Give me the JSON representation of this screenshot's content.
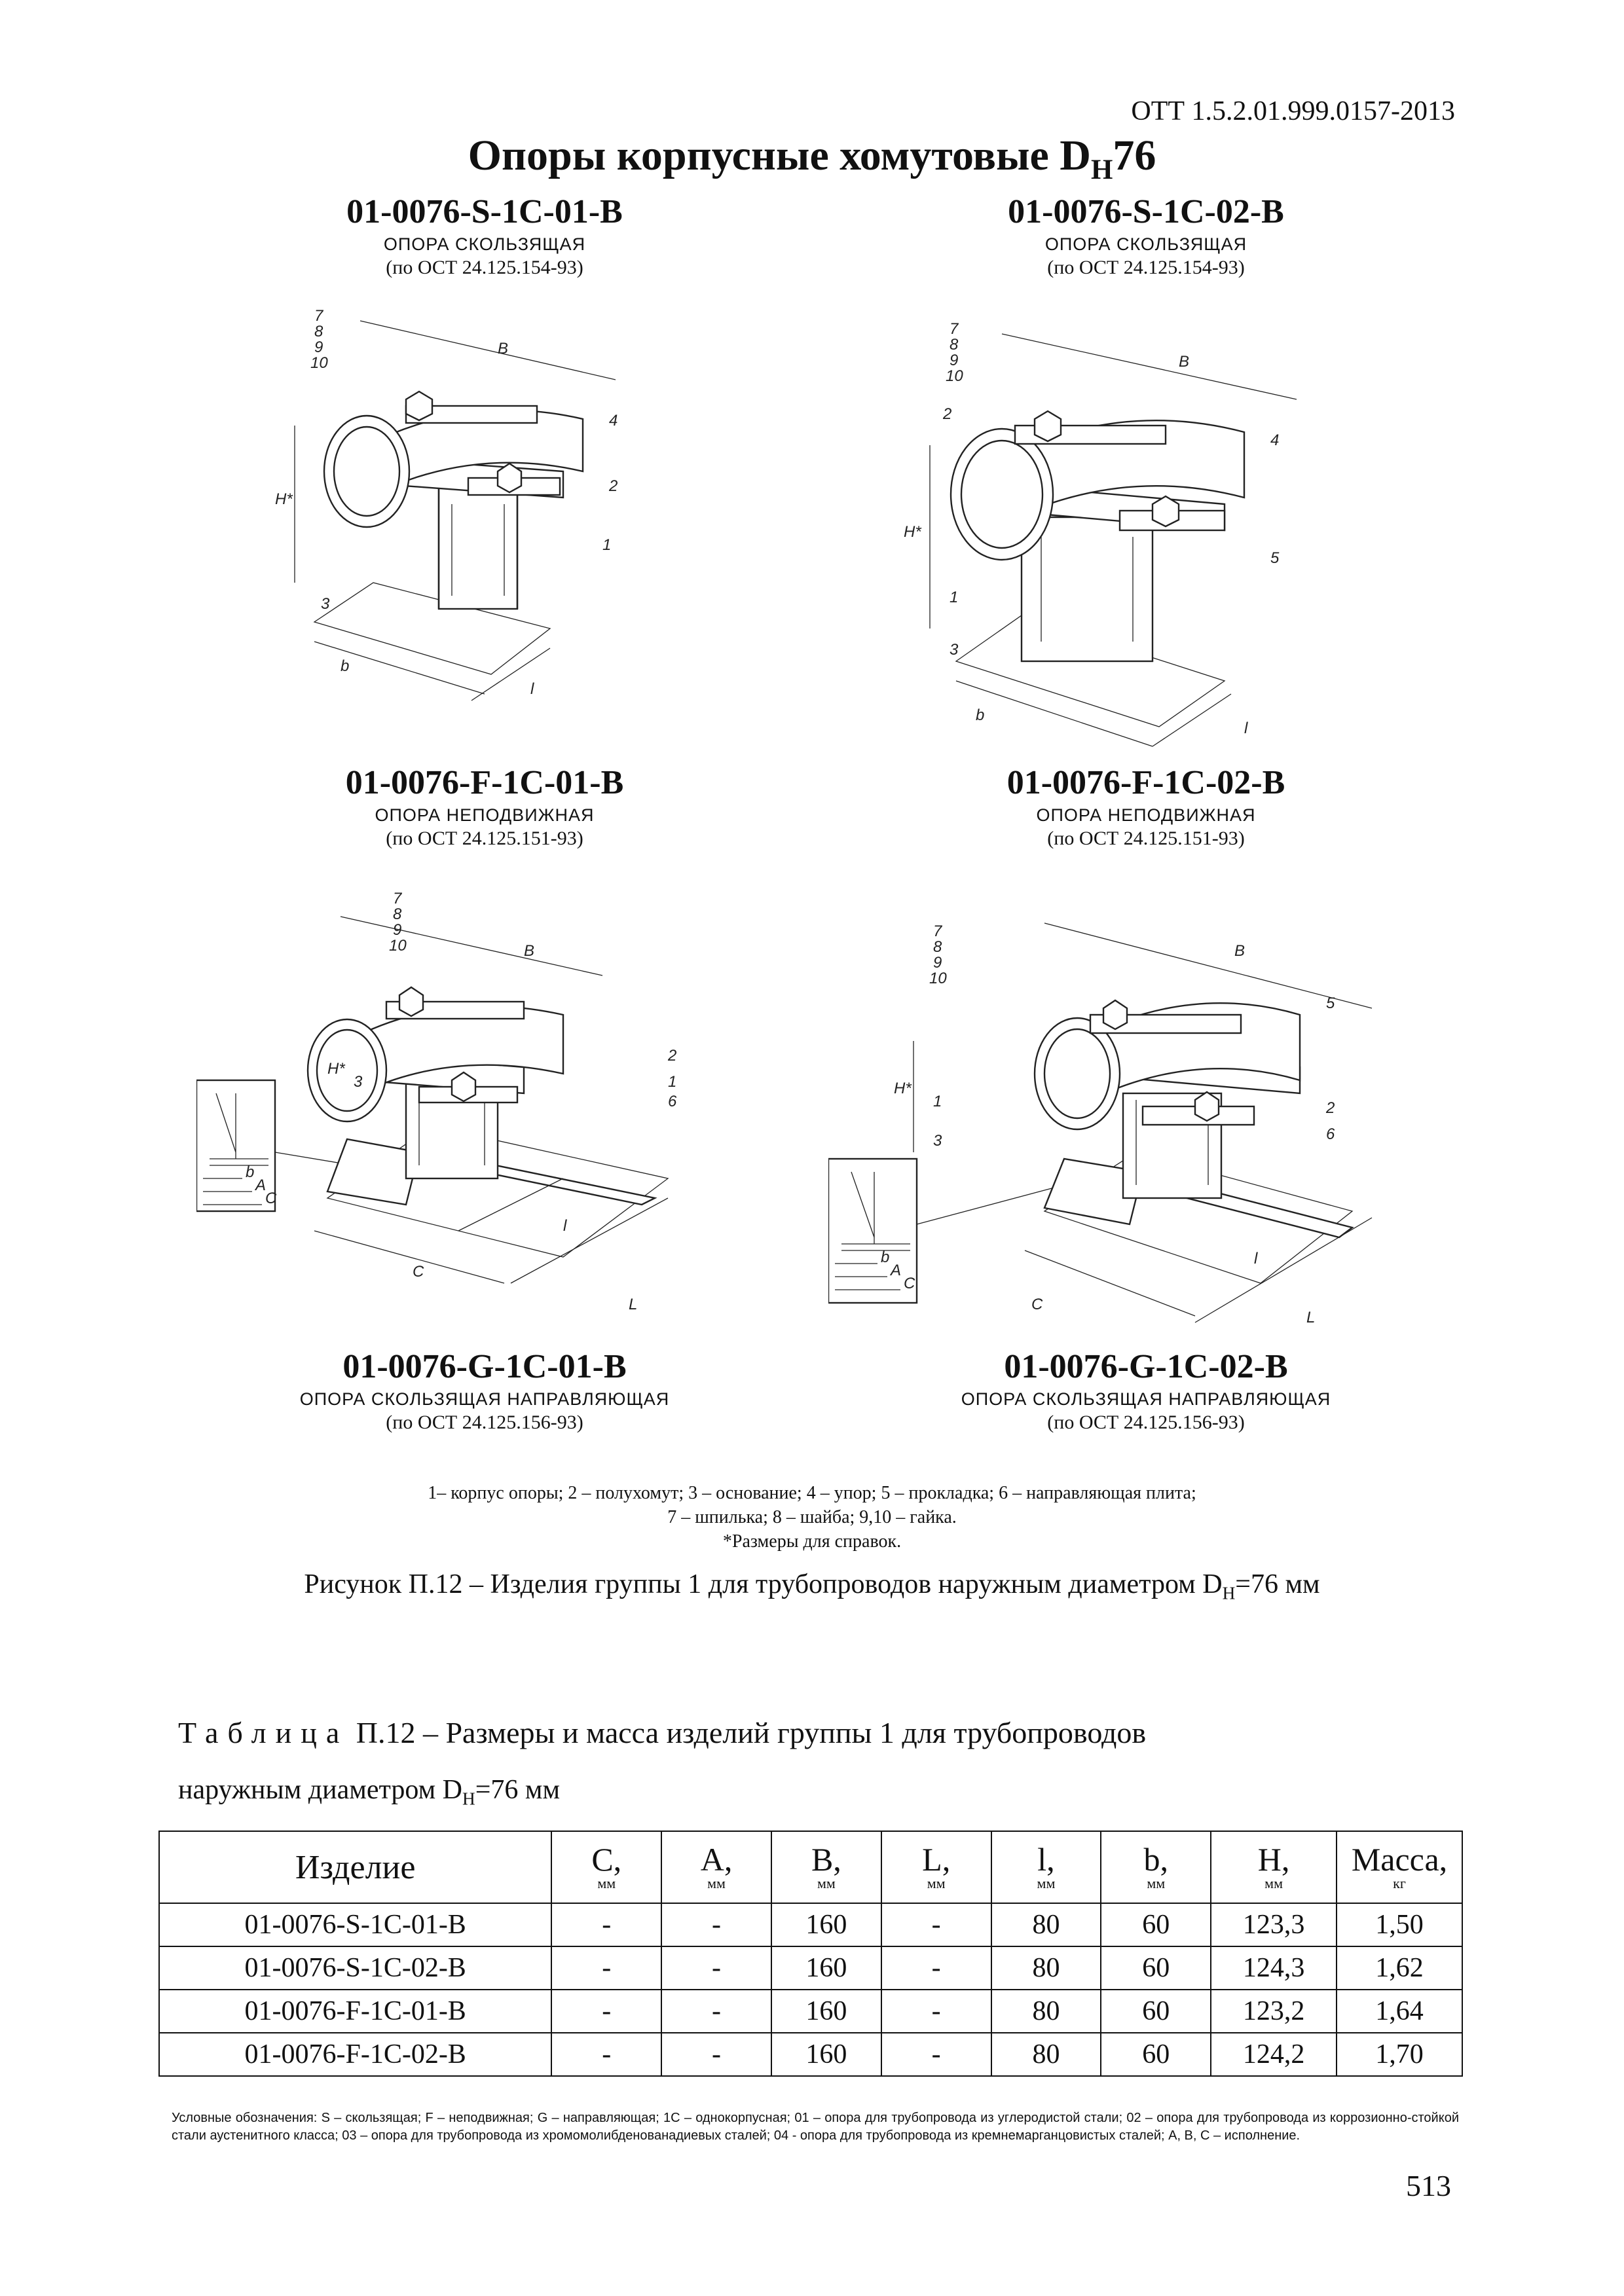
{
  "header": {
    "doc_code": "ОТТ 1.5.2.01.999.0157-2013",
    "title_main": "Опоры корпусные хомутовые  D",
    "title_sub": "Н",
    "title_tail": "76"
  },
  "products": [
    {
      "code": "01-0076-S-1C-01-B",
      "desc": "ОПОРА СКОЛЬЗЯЩАЯ",
      "std": "(по ОСТ 24.125.154-93)"
    },
    {
      "code": "01-0076-S-1C-02-B",
      "desc": "ОПОРА СКОЛЬЗЯЩАЯ",
      "std": "(по ОСТ 24.125.154-93)"
    },
    {
      "code": "01-0076-F-1C-01-B",
      "desc": "ОПОРА НЕПОДВИЖНАЯ",
      "std": "(по ОСТ 24.125.151-93)"
    },
    {
      "code": "01-0076-F-1C-02-B",
      "desc": "ОПОРА НЕПОДВИЖНАЯ",
      "std": "(по ОСТ 24.125.151-93)"
    },
    {
      "code": "01-0076-G-1C-01-B",
      "desc": "ОПОРА СКОЛЬЗЯЩАЯ НАПРАВЛЯЮЩАЯ",
      "std": "(по  ОСТ 24.125.156-93)"
    },
    {
      "code": "01-0076-G-1C-02-B",
      "desc": "ОПОРА СКОЛЬЗЯЩАЯ НАПРАВЛЯЮЩАЯ",
      "std": "(по  ОСТ 24.125.156-93)"
    }
  ],
  "figures": {
    "dim_B": "B",
    "dim_H": "H*",
    "dim_b": "b",
    "dim_l": "l",
    "dim_L": "L",
    "dim_C": "C",
    "dim_A": "A",
    "parts": [
      "1",
      "2",
      "3",
      "4",
      "5",
      "6"
    ],
    "stack": [
      "7",
      "8",
      "9",
      "10"
    ]
  },
  "legend": {
    "line1": "1– корпус опоры; 2 – полухомут; 3 – основание; 4 – упор; 5 – прокладка; 6 – направляющая плита;",
    "line2": "7 – шпилька; 8 – шайба; 9,10 – гайка.",
    "line3": "*Размеры для справок."
  },
  "caption": {
    "main": "Рисунок П.12  – Изделия группы 1 для трубопроводов наружным диаметром D",
    "sub": "Н",
    "tail": "=76 мм"
  },
  "table_caption": {
    "spaced": "Таблица",
    "rest": " П.12 – Размеры и масса изделий группы 1 для трубопроводов",
    "line2_main": "наружным диаметром D",
    "line2_sub": "Н",
    "line2_tail": "=76 мм"
  },
  "table": {
    "columns": [
      {
        "label": "Изделие",
        "unit": ""
      },
      {
        "label": "C,",
        "unit": "мм"
      },
      {
        "label": "A,",
        "unit": "мм"
      },
      {
        "label": "B,",
        "unit": "мм"
      },
      {
        "label": "L,",
        "unit": "мм"
      },
      {
        "label": "l,",
        "unit": "мм"
      },
      {
        "label": "b,",
        "unit": "мм"
      },
      {
        "label": "H,",
        "unit": "мм"
      },
      {
        "label": "Масса,",
        "unit": "кг"
      }
    ],
    "rows": [
      [
        "01-0076-S-1C-01-B",
        "-",
        "-",
        "160",
        "-",
        "80",
        "60",
        "123,3",
        "1,50"
      ],
      [
        "01-0076-S-1C-02-B",
        "-",
        "-",
        "160",
        "-",
        "80",
        "60",
        "124,3",
        "1,62"
      ],
      [
        "01-0076-F-1C-01-B",
        "-",
        "-",
        "160",
        "-",
        "80",
        "60",
        "123,2",
        "1,64"
      ],
      [
        "01-0076-F-1C-02-B",
        "-",
        "-",
        "160",
        "-",
        "80",
        "60",
        "124,2",
        "1,70"
      ]
    ]
  },
  "notes": "Условные обозначения: S – скользящая; F – неподвижная;  G – направляющая; 1C – однокорпусная; 01 – опора для трубопровода из углеродистой стали; 02 – опора для трубопровода из коррозионно-стойкой стали аустенитного класса; 03 – опора для трубопровода из хромомолибденованадиевых сталей; 04 - опора для трубопровода из кремнемарганцовистых сталей; A, B, C – исполнение.",
  "page_number": "513"
}
